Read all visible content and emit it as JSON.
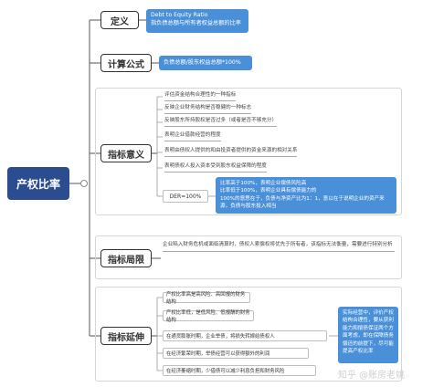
{
  "root": {
    "label": "产权比率"
  },
  "definition": {
    "label": "定义",
    "en_name": "Debt to Equity Ratio",
    "text": "指负债总额与所有者权益总额的比率"
  },
  "formula": {
    "label": "计算公式",
    "text": "负债总额/股东权益总额*100%"
  },
  "meaning": {
    "label": "指标意义",
    "items": [
      "评估资金结构合理性的一种指标",
      "反映企业财务结构是否稳健的一种标志",
      "反映股东所持股权是否过多（或者是否不够充分）",
      "表明企业借款经营的程度",
      "表明由债权人提供的和由投资者提供的资金来源的相对关系",
      "表明债权人投入资本受到股东权益保障的程度"
    ],
    "der_label": "DER=100%",
    "der_lines": [
      "比率高于100%，表明企业偿债风险高",
      "比率低于100%，表明企业具有偿债能力的",
      "100%的意思在于，负债与净资产比为1：1，意以在于说明企业的资产来源，负债与股东投入相当"
    ]
  },
  "limitation": {
    "label": "指标局限",
    "text": "企业陷入财务危机或面临清算时，债权人索偿权将优先于所有者，该指标无法衡量，需要进行特别分析"
  },
  "extension": {
    "label": "指标延伸",
    "items": [
      "产权比率高是高风险、高回报的财务结构",
      "产权比率低，是低风险、低报酬的财务结构",
      "在通货膨胀时期，企业举债，将损失转嫁给债权人",
      "在经济繁荣时期，举债经营可以获得额外的利润",
      "在经济萎缩时期，少借债可以减少利息负担和财务风险"
    ],
    "summary": "实际经营中，评价产权结构合理性，要从获利能力和偿债保证两个方面考虑，即在保障债务偿还的前提下，尽可能提高产权比率"
  },
  "watermark": "知乎 @账房老姚"
}
